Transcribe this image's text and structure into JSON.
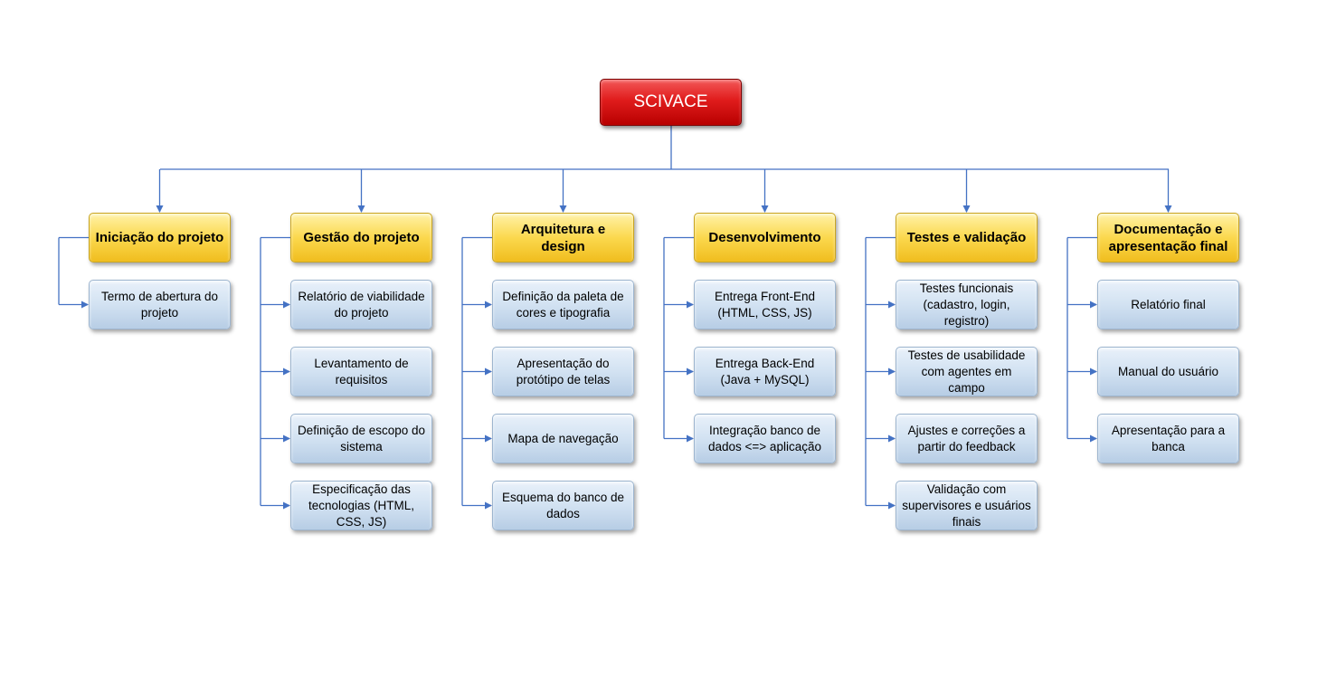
{
  "root": "SCIVACE",
  "branches": [
    {
      "title": "Iniciação do projeto",
      "items": [
        "Termo de abertura do projeto"
      ]
    },
    {
      "title": "Gestão do projeto",
      "items": [
        "Relatório de viabilidade do projeto",
        "Levantamento de requisitos",
        "Definição de escopo do sistema",
        "Especificação das tecnologias (HTML, CSS, JS)"
      ]
    },
    {
      "title": "Arquitetura e design",
      "items": [
        "Definição da paleta de cores e tipografia",
        "Apresentação do protótipo de telas",
        "Mapa de navegação",
        "Esquema do banco de dados"
      ]
    },
    {
      "title": "Desenvolvimento",
      "items": [
        "Entrega Front-End (HTML, CSS, JS)",
        "Entrega Back-End (Java + MySQL)",
        "Integração banco de dados <=> aplicação"
      ]
    },
    {
      "title": "Testes e validação",
      "items": [
        "Testes funcionais (cadastro, login, registro)",
        "Testes de usabilidade com agentes em  campo",
        "Ajustes e correções a partir do feedback",
        "Validação com supervisores e usuários finais"
      ]
    },
    {
      "title": "Documentação e apresentação final",
      "items": [
        "Relatório final",
        "Manual do usuário",
        "Apresentação para a banca"
      ]
    }
  ],
  "colors": {
    "root": "#d91c1c",
    "branch": "#fbd84e",
    "leaf": "#c9dbee",
    "connector": "#4472c4"
  }
}
